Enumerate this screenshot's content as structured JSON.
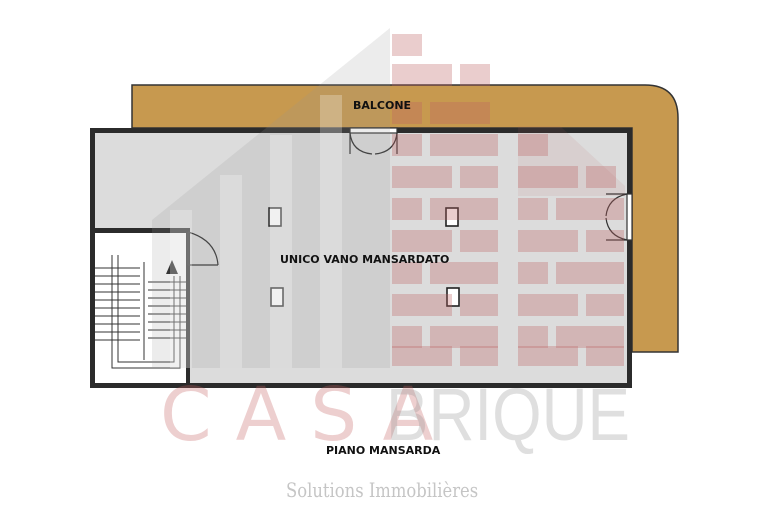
{
  "plan": {
    "balcony_label": "BALCONE",
    "room_label": "UNICO VANO MANSARDATO",
    "floor_label": "PIANO MANSARDA"
  },
  "watermark": {
    "brand_part1": "CASA",
    "brand_part2": "BRIQUE",
    "tagline": "Solutions Immobilières"
  },
  "colors": {
    "balcony": "#C7994F",
    "room_floor": "#DCDCDC",
    "wall": "#333333",
    "watermark_red": "#C46060",
    "watermark_gray": "#969696"
  }
}
